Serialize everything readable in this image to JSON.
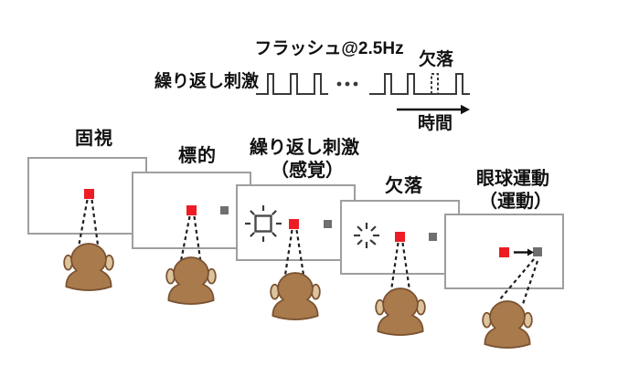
{
  "figure": {
    "description_labels": {
      "flash_label": "フラッシュ@2.5Hz",
      "flash_rate_hz": "2.5",
      "train_label": "繰り返し刺激",
      "omission_label": "欠落",
      "time_label": "時間"
    },
    "panels": [
      {
        "title": "固視",
        "subtitle": ""
      },
      {
        "title": "標的",
        "subtitle": ""
      },
      {
        "title": "繰り返し刺激",
        "subtitle": "（感覚）"
      },
      {
        "title": "欠落",
        "subtitle": ""
      },
      {
        "title": "眼球運動",
        "subtitle": "（運動）"
      }
    ],
    "colors": {
      "fixation_red": "#ed1c24",
      "target_gray": "#6f6f6f",
      "panel_border": "#9e9e9e",
      "signal_line": "#3a3a3a",
      "monkey_fill": "#a87a4c",
      "monkey_outline": "#7b5232",
      "monkey_ear": "#dcc49c"
    }
  }
}
